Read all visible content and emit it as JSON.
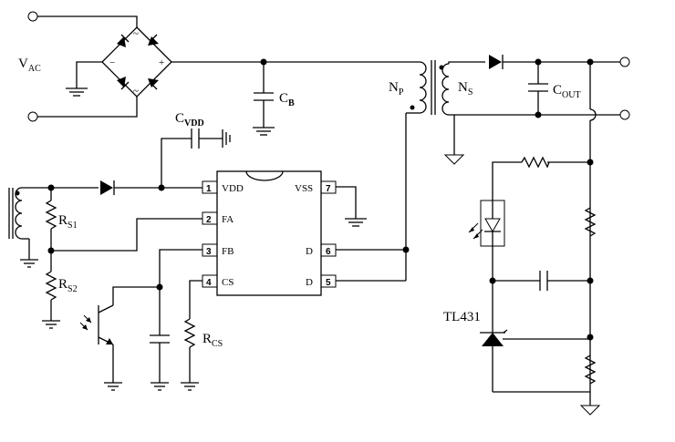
{
  "labels": {
    "vac": "V",
    "vac_sub": "AC",
    "cb": "C",
    "cb_sub": "B",
    "cvdd": "C",
    "cvdd_sub": "VDD",
    "np": "N",
    "np_sub": "P",
    "ns": "N",
    "ns_sub": "S",
    "cout": "C",
    "cout_sub": "OUT",
    "rs1": "R",
    "rs1_sub": "S1",
    "rs2": "R",
    "rs2_sub": "S2",
    "rcs": "R",
    "rcs_sub": "CS",
    "tl431": "TL431"
  },
  "ic": {
    "pins": [
      {
        "num": "1",
        "name": "VDD"
      },
      {
        "num": "2",
        "name": "FA"
      },
      {
        "num": "3",
        "name": "FB"
      },
      {
        "num": "4",
        "name": "CS"
      },
      {
        "num": "7",
        "name": "VSS"
      },
      {
        "num": "6",
        "name": "D"
      },
      {
        "num": "5",
        "name": "D"
      }
    ]
  }
}
